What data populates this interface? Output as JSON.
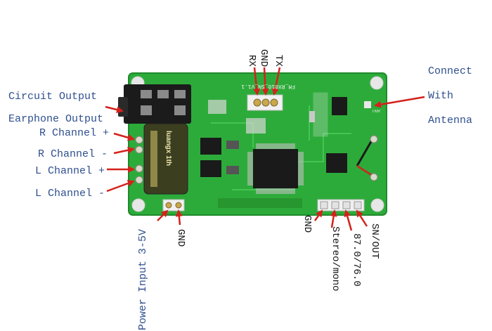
{
  "labels": {
    "circuit_output": "Circuit Output",
    "earphone_output": "Earphone Output",
    "r_channel_plus": "R Channel +",
    "r_channel_minus": "R Channel -",
    "l_channel_plus": "L Channel +",
    "l_channel_minus": "L Channel -",
    "connect": "Connect",
    "with": "With",
    "antenna": "Antenna",
    "rx": "RX",
    "gnd_top": "GND",
    "tx": "TX",
    "power_input": "Power Input 3-5V",
    "gnd_bottom_left": "GND",
    "gnd_bottom_right": "GND",
    "stereo_mono": "Stereo/mono",
    "freq_band": "87.0/76.0",
    "sn_out": "SN/OUT"
  },
  "board": {
    "silkscreen": "FM_RX010_SN_V1.1",
    "antenna_mark": "ANT",
    "capacitor_text": "luangx 1th"
  },
  "colors": {
    "pcb": "#2dab3a",
    "label_text": "#2f4f8f",
    "arrow": "#d4211c"
  }
}
